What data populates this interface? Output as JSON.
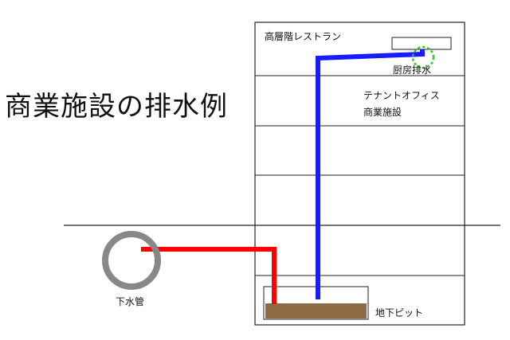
{
  "title": "商業施設の排水例",
  "labels": {
    "restaurant": "高層階レストラン",
    "kitchen_drain": "厨房排水",
    "office": "テナントオフィス",
    "commercial": "商業施設",
    "sewer": "下水管",
    "pit": "地下ピット"
  },
  "colors": {
    "drain_pipe": "#1a1aff",
    "sewer_pipe": "#ff0000",
    "sludge": "#8b6a44",
    "drain_marker": "#22cc22",
    "sewer_ring": "#888888"
  }
}
